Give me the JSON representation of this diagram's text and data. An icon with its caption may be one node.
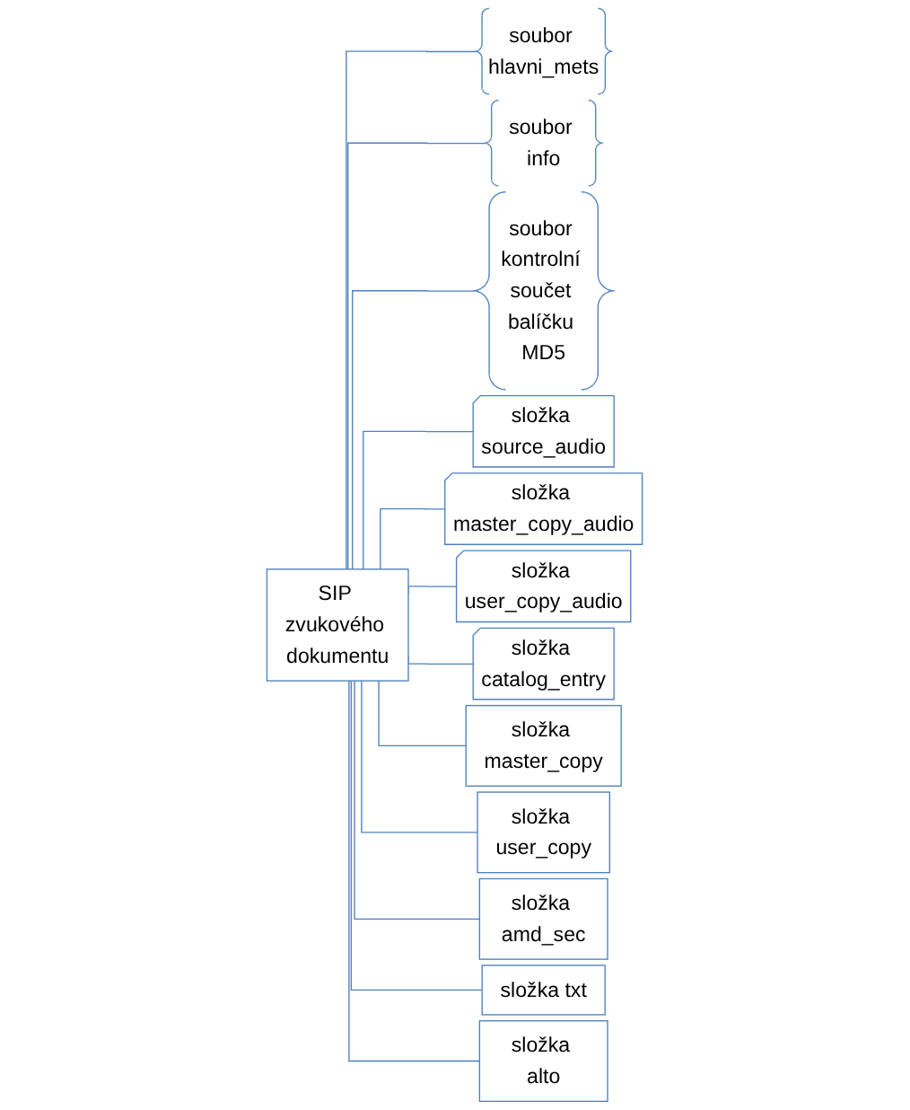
{
  "diagram": {
    "nodes": [
      {
        "text": [
          "SIP zvukového dokumentu"
        ]
      },
      {
        "text": [
          "soubor hlavni_mets"
        ]
      },
      {
        "text": [
          "soubor info"
        ]
      },
      {
        "text": [
          "soubor kontrolní součet balíčku MD5"
        ]
      },
      {
        "text": [
          "složka source_audio"
        ]
      },
      {
        "text": [
          "složka master_copy_audio"
        ]
      },
      {
        "text": [
          "složka user_copy_audio"
        ]
      },
      {
        "text": [
          "složka catalog_entry"
        ]
      },
      {
        "text": [
          "složka master_copy"
        ]
      },
      {
        "text": [
          "složka user_copy"
        ]
      },
      {
        "text": [
          "složka amd_sec"
        ]
      },
      {
        "text": [
          "složka txt"
        ]
      },
      {
        "text": [
          "složka alto"
        ]
      }
    ],
    "edges": [
      {
        "from": 0,
        "to": 1,
        "arrow": "none"
      },
      {
        "from": 0,
        "to": 2,
        "arrow": "none"
      },
      {
        "from": 0,
        "to": 3,
        "arrow": "none"
      },
      {
        "from": 0,
        "to": 4,
        "arrow": "none"
      },
      {
        "from": 0,
        "to": 5,
        "arrow": "none"
      },
      {
        "from": 0,
        "to": 6,
        "arrow": "none"
      },
      {
        "from": 0,
        "to": 7,
        "arrow": "none"
      },
      {
        "from": 0,
        "to": 8,
        "arrow": "none"
      },
      {
        "from": 0,
        "to": 9,
        "arrow": "none"
      },
      {
        "from": 0,
        "to": 10,
        "arrow": "none"
      },
      {
        "from": 0,
        "to": 11,
        "arrow": "none"
      },
      {
        "from": 0,
        "to": 12,
        "arrow": "none"
      }
    ]
  }
}
